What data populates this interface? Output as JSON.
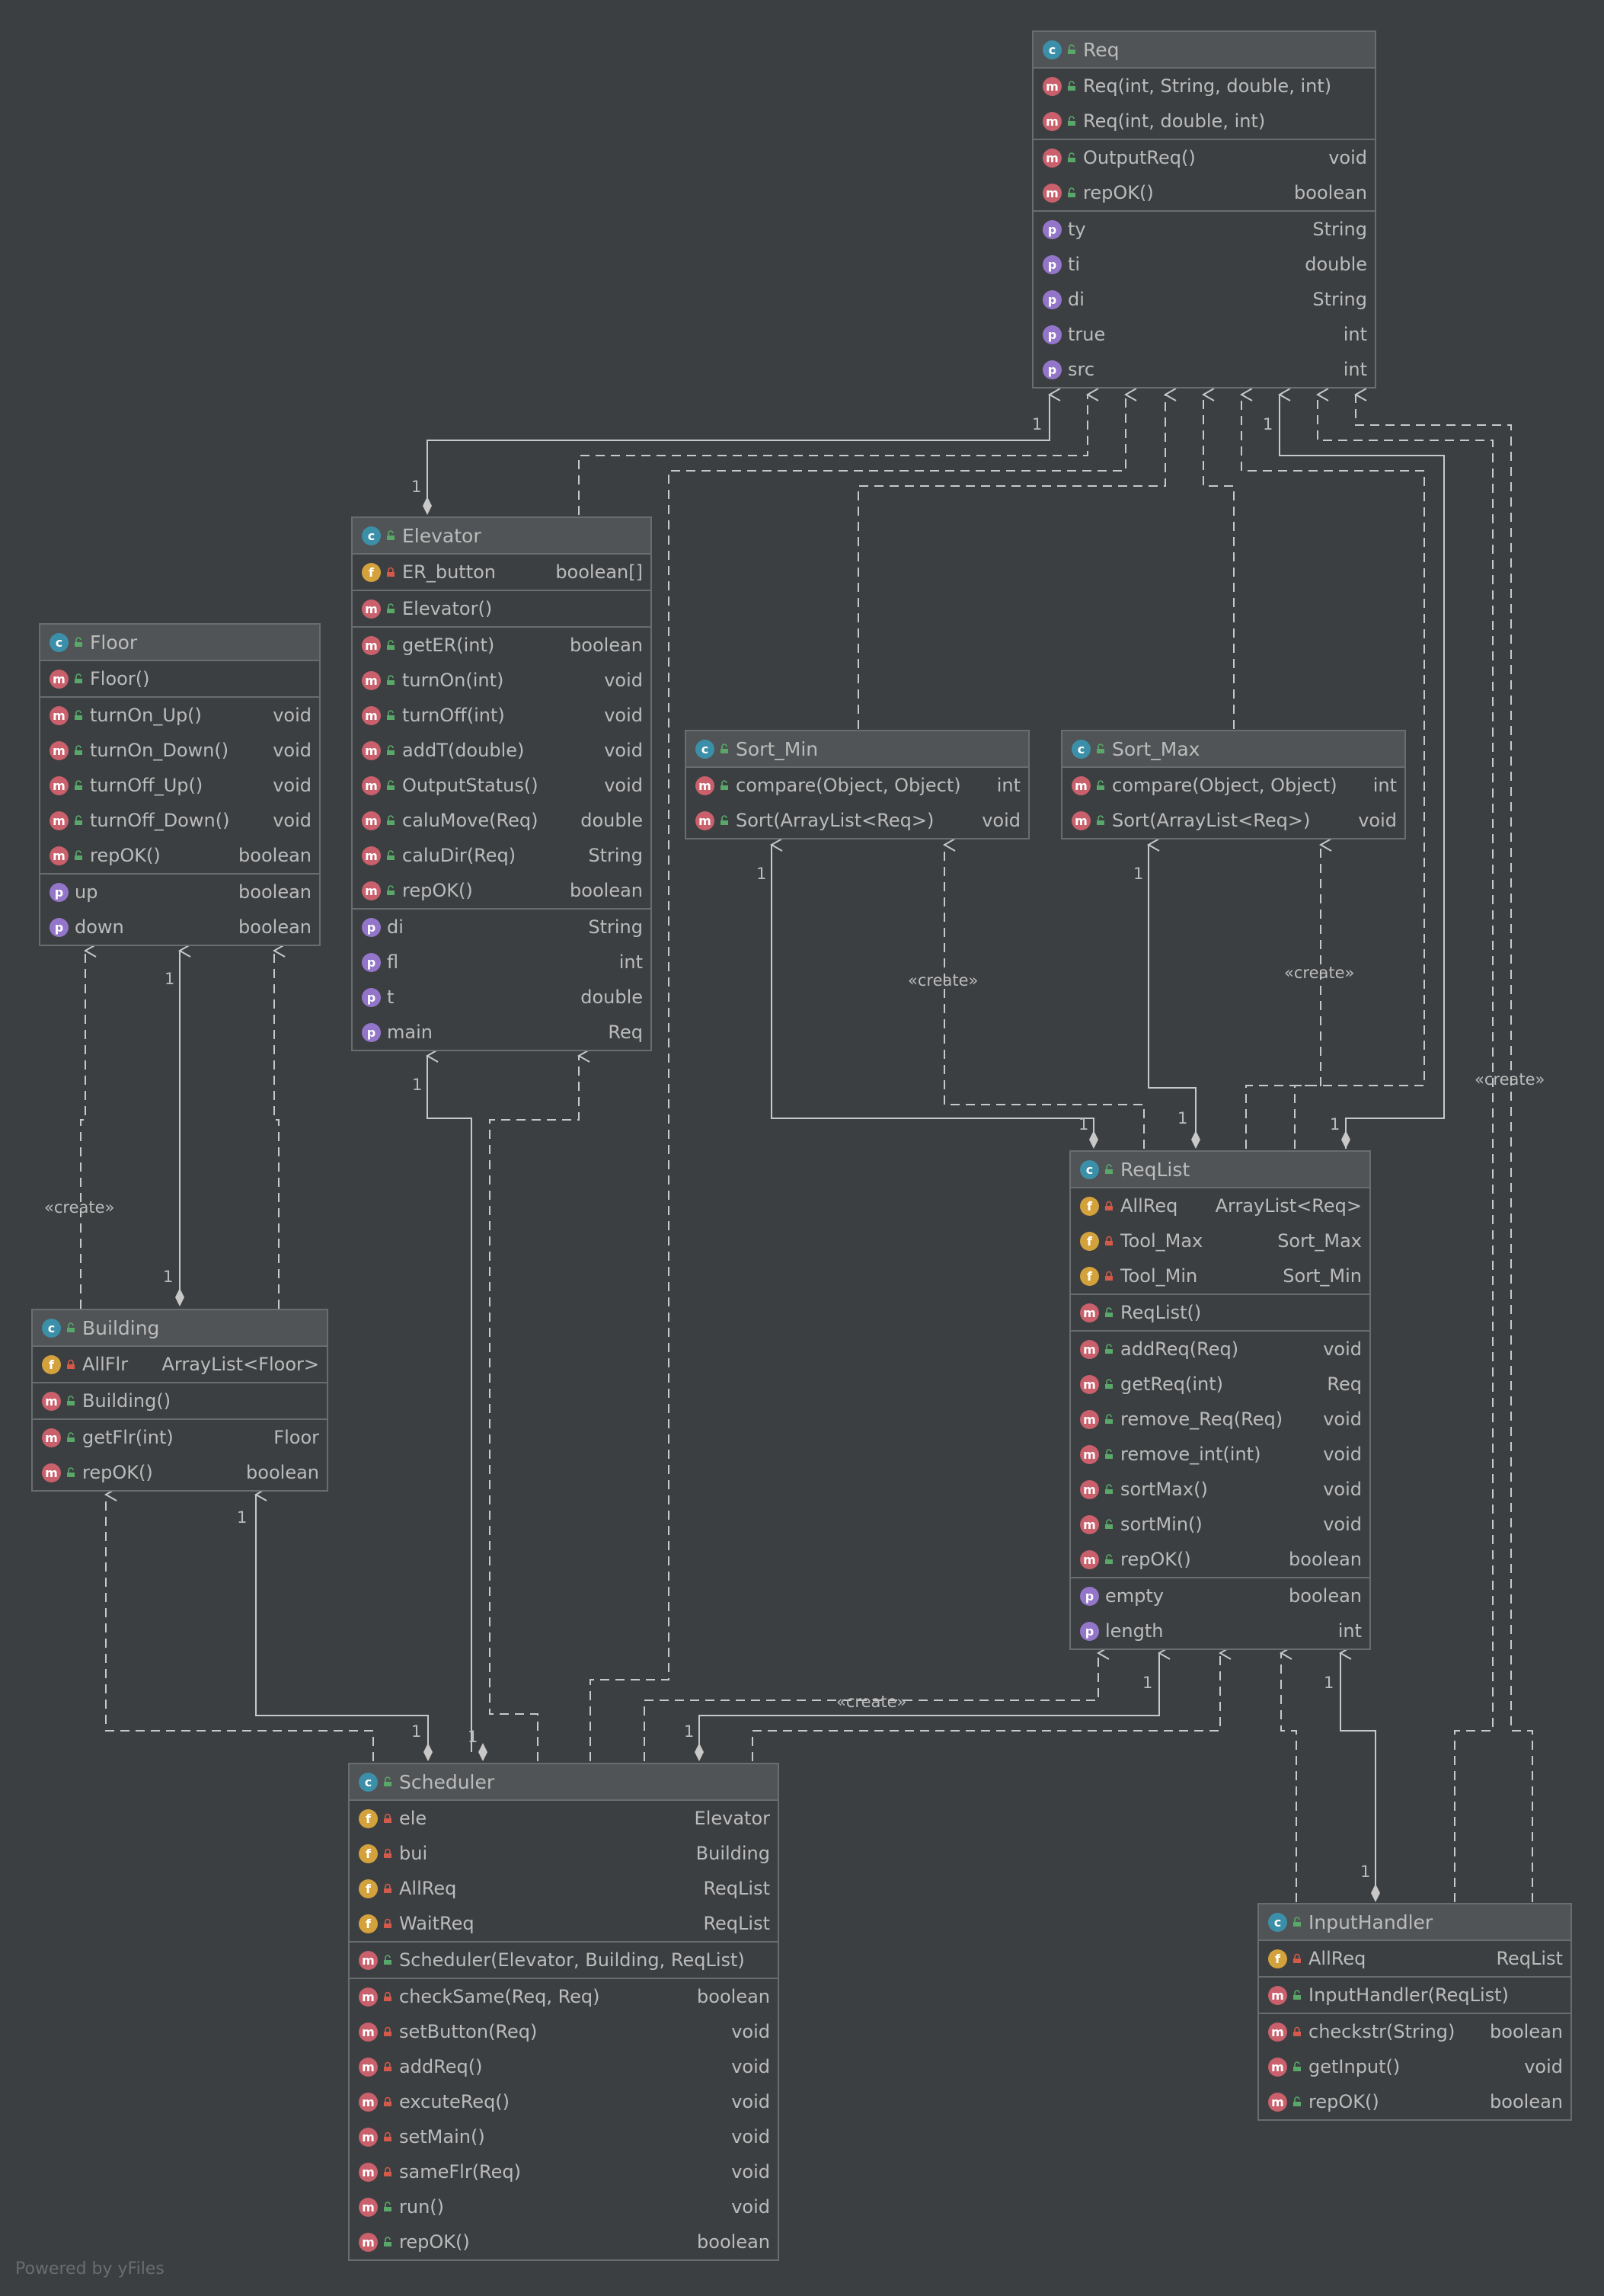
{
  "footer": "Powered by yFiles",
  "classes": {
    "req": {
      "name": "Req",
      "sections": [
        [
          {
            "k": "m",
            "v": "pub",
            "t": "Req(int, String, double, int)",
            "ty": ""
          },
          {
            "k": "m",
            "v": "pub",
            "t": "Req(int, double, int)",
            "ty": ""
          }
        ],
        [
          {
            "k": "m",
            "v": "pub",
            "t": "OutputReq()",
            "ty": "void"
          },
          {
            "k": "m",
            "v": "pub",
            "t": "repOK()",
            "ty": "boolean"
          }
        ],
        [
          {
            "k": "p",
            "v": "",
            "t": "ty",
            "ty": "String"
          },
          {
            "k": "p",
            "v": "",
            "t": "ti",
            "ty": "double"
          },
          {
            "k": "p",
            "v": "",
            "t": "di",
            "ty": "String"
          },
          {
            "k": "p",
            "v": "",
            "t": "true",
            "ty": "int"
          },
          {
            "k": "p",
            "v": "",
            "t": "src",
            "ty": "int"
          }
        ]
      ]
    },
    "elevator": {
      "name": "Elevator",
      "sections": [
        [
          {
            "k": "f",
            "v": "priv",
            "t": "ER_button",
            "ty": "boolean[]"
          }
        ],
        [
          {
            "k": "m",
            "v": "pub",
            "t": "Elevator()",
            "ty": ""
          }
        ],
        [
          {
            "k": "m",
            "v": "pub",
            "t": "getER(int)",
            "ty": "boolean"
          },
          {
            "k": "m",
            "v": "pub",
            "t": "turnOn(int)",
            "ty": "void"
          },
          {
            "k": "m",
            "v": "pub",
            "t": "turnOff(int)",
            "ty": "void"
          },
          {
            "k": "m",
            "v": "pub",
            "t": "addT(double)",
            "ty": "void"
          },
          {
            "k": "m",
            "v": "pub",
            "t": "OutputStatus()",
            "ty": "void"
          },
          {
            "k": "m",
            "v": "pub",
            "t": "caluMove(Req)",
            "ty": "double"
          },
          {
            "k": "m",
            "v": "pub",
            "t": "caluDir(Req)",
            "ty": "String"
          },
          {
            "k": "m",
            "v": "pub",
            "t": "repOK()",
            "ty": "boolean"
          }
        ],
        [
          {
            "k": "p",
            "v": "",
            "t": "di",
            "ty": "String"
          },
          {
            "k": "p",
            "v": "",
            "t": "fl",
            "ty": "int"
          },
          {
            "k": "p",
            "v": "",
            "t": "t",
            "ty": "double"
          },
          {
            "k": "p",
            "v": "",
            "t": "main",
            "ty": "Req"
          }
        ]
      ]
    },
    "floor": {
      "name": "Floor",
      "sections": [
        [
          {
            "k": "m",
            "v": "pub",
            "t": "Floor()",
            "ty": ""
          }
        ],
        [
          {
            "k": "m",
            "v": "pub",
            "t": "turnOn_Up()",
            "ty": "void"
          },
          {
            "k": "m",
            "v": "pub",
            "t": "turnOn_Down()",
            "ty": "void"
          },
          {
            "k": "m",
            "v": "pub",
            "t": "turnOff_Up()",
            "ty": "void"
          },
          {
            "k": "m",
            "v": "pub",
            "t": "turnOff_Down()",
            "ty": "void"
          },
          {
            "k": "m",
            "v": "pub",
            "t": "repOK()",
            "ty": "boolean"
          }
        ],
        [
          {
            "k": "p",
            "v": "",
            "t": "up",
            "ty": "boolean"
          },
          {
            "k": "p",
            "v": "",
            "t": "down",
            "ty": "boolean"
          }
        ]
      ]
    },
    "sortmin": {
      "name": "Sort_Min",
      "sections": [
        [
          {
            "k": "m",
            "v": "pub",
            "t": "compare(Object, Object)",
            "ty": "int"
          },
          {
            "k": "m",
            "v": "pub",
            "t": "Sort(ArrayList<Req>)",
            "ty": "void"
          }
        ]
      ]
    },
    "sortmax": {
      "name": "Sort_Max",
      "sections": [
        [
          {
            "k": "m",
            "v": "pub",
            "t": "compare(Object, Object)",
            "ty": "int"
          },
          {
            "k": "m",
            "v": "pub",
            "t": "Sort(ArrayList<Req>)",
            "ty": "void"
          }
        ]
      ]
    },
    "reqlist": {
      "name": "ReqList",
      "sections": [
        [
          {
            "k": "f",
            "v": "priv",
            "t": "AllReq",
            "ty": "ArrayList<Req>"
          },
          {
            "k": "f",
            "v": "priv",
            "t": "Tool_Max",
            "ty": "Sort_Max"
          },
          {
            "k": "f",
            "v": "priv",
            "t": "Tool_Min",
            "ty": "Sort_Min"
          }
        ],
        [
          {
            "k": "m",
            "v": "pub",
            "t": "ReqList()",
            "ty": ""
          }
        ],
        [
          {
            "k": "m",
            "v": "pub",
            "t": "addReq(Req)",
            "ty": "void"
          },
          {
            "k": "m",
            "v": "pub",
            "t": "getReq(int)",
            "ty": "Req"
          },
          {
            "k": "m",
            "v": "pub",
            "t": "remove_Req(Req)",
            "ty": "void"
          },
          {
            "k": "m",
            "v": "pub",
            "t": "remove_int(int)",
            "ty": "void"
          },
          {
            "k": "m",
            "v": "pub",
            "t": "sortMax()",
            "ty": "void"
          },
          {
            "k": "m",
            "v": "pub",
            "t": "sortMin()",
            "ty": "void"
          },
          {
            "k": "m",
            "v": "pub",
            "t": "repOK()",
            "ty": "boolean"
          }
        ],
        [
          {
            "k": "p",
            "v": "",
            "t": "empty",
            "ty": "boolean"
          },
          {
            "k": "p",
            "v": "",
            "t": "length",
            "ty": "int"
          }
        ]
      ]
    },
    "building": {
      "name": "Building",
      "sections": [
        [
          {
            "k": "f",
            "v": "priv",
            "t": "AllFlr",
            "ty": "ArrayList<Floor>"
          }
        ],
        [
          {
            "k": "m",
            "v": "pub",
            "t": "Building()",
            "ty": ""
          }
        ],
        [
          {
            "k": "m",
            "v": "pub",
            "t": "getFlr(int)",
            "ty": "Floor"
          },
          {
            "k": "m",
            "v": "pub",
            "t": "repOK()",
            "ty": "boolean"
          }
        ]
      ]
    },
    "scheduler": {
      "name": "Scheduler",
      "sections": [
        [
          {
            "k": "f",
            "v": "priv",
            "t": "ele",
            "ty": "Elevator"
          },
          {
            "k": "f",
            "v": "priv",
            "t": "bui",
            "ty": "Building"
          },
          {
            "k": "f",
            "v": "priv",
            "t": "AllReq",
            "ty": "ReqList"
          },
          {
            "k": "f",
            "v": "priv",
            "t": "WaitReq",
            "ty": "ReqList"
          }
        ],
        [
          {
            "k": "m",
            "v": "pub",
            "t": "Scheduler(Elevator, Building, ReqList)",
            "ty": ""
          }
        ],
        [
          {
            "k": "m",
            "v": "priv",
            "t": "checkSame(Req, Req)",
            "ty": "boolean"
          },
          {
            "k": "m",
            "v": "priv",
            "t": "setButton(Req)",
            "ty": "void"
          },
          {
            "k": "m",
            "v": "priv",
            "t": "addReq()",
            "ty": "void"
          },
          {
            "k": "m",
            "v": "priv",
            "t": "excuteReq()",
            "ty": "void"
          },
          {
            "k": "m",
            "v": "priv",
            "t": "setMain()",
            "ty": "void"
          },
          {
            "k": "m",
            "v": "priv",
            "t": "sameFlr(Req)",
            "ty": "void"
          },
          {
            "k": "m",
            "v": "pub",
            "t": "run()",
            "ty": "void"
          },
          {
            "k": "m",
            "v": "pub",
            "t": "repOK()",
            "ty": "boolean"
          }
        ]
      ]
    },
    "inputhandler": {
      "name": "InputHandler",
      "sections": [
        [
          {
            "k": "f",
            "v": "priv",
            "t": "AllReq",
            "ty": "ReqList"
          }
        ],
        [
          {
            "k": "m",
            "v": "pub",
            "t": "InputHandler(ReqList)",
            "ty": ""
          }
        ],
        [
          {
            "k": "m",
            "v": "priv",
            "t": "checkstr(String)",
            "ty": "boolean"
          },
          {
            "k": "m",
            "v": "pub",
            "t": "getInput()",
            "ty": "void"
          },
          {
            "k": "m",
            "v": "pub",
            "t": "repOK()",
            "ty": "boolean"
          }
        ]
      ]
    }
  },
  "labels": {
    "create": "«create»",
    "one": "1"
  }
}
